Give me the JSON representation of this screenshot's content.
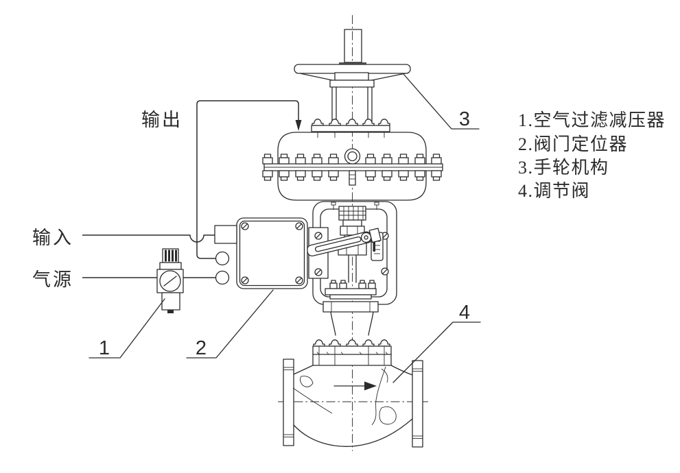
{
  "colors": {
    "ink": "#2b2b2b",
    "paper": "#ffffff"
  },
  "diagram": {
    "type": "engineering-drawing",
    "subject": "pneumatic control valve assembly",
    "labels": {
      "output": "输出",
      "input": "输入",
      "air_source": "气源"
    },
    "callouts": [
      "1",
      "2",
      "3",
      "4"
    ],
    "legend": [
      "1.空气过滤减压器",
      "2.阀门定位器",
      "3.手轮机构",
      "4.调节阀"
    ],
    "flow_arrow_direction": "right"
  }
}
